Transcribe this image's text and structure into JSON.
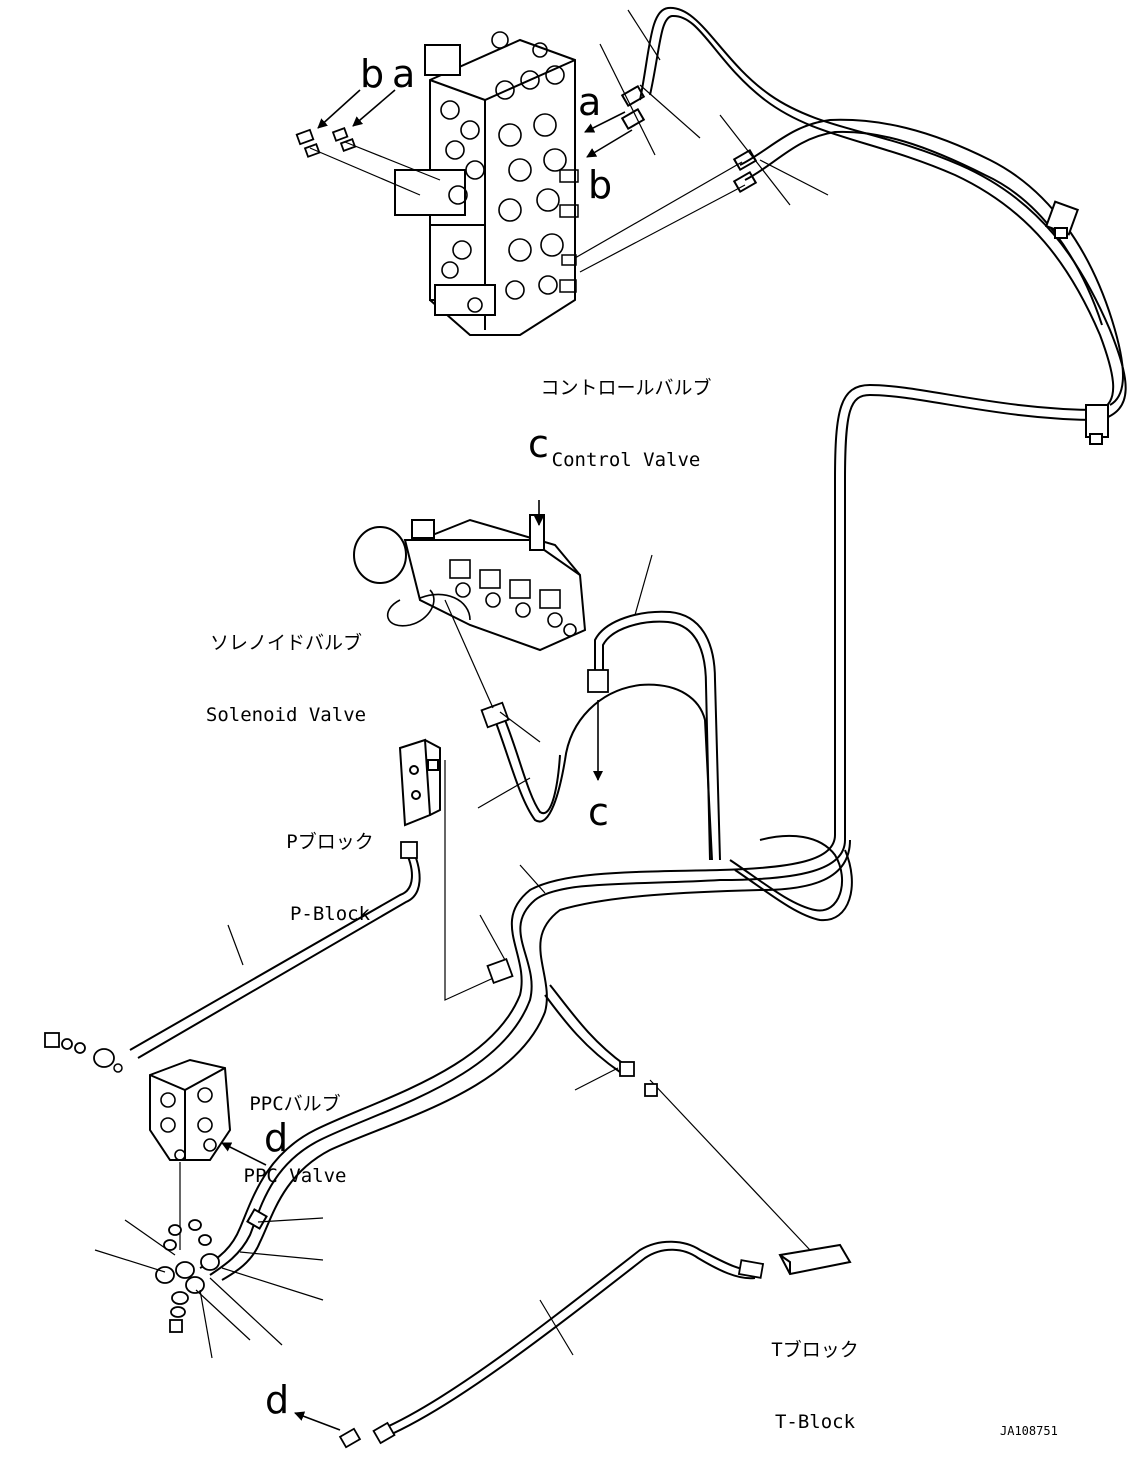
{
  "colors": {
    "ink": "#000000",
    "paper": "#ffffff"
  },
  "labels": {
    "control_valve": {
      "ja": "コントロールバルブ",
      "en": "Control Valve"
    },
    "solenoid_valve": {
      "ja": "ソレノイドバルブ",
      "en": "Solenoid Valve"
    },
    "p_block": {
      "ja": "Pブロック",
      "en": "P-Block"
    },
    "ppc_valve": {
      "ja": "PPCバルブ",
      "en": "PPC Valve"
    },
    "t_block": {
      "ja": "Tブロック",
      "en": "T-Block"
    }
  },
  "refs": {
    "b_top": "b",
    "a_top": "a",
    "a_right": "a",
    "b_right": "b",
    "c_top": "c",
    "c_bottom": "c",
    "d_right": "d",
    "d_bottom": "d"
  },
  "drawing_code": "JA108751"
}
